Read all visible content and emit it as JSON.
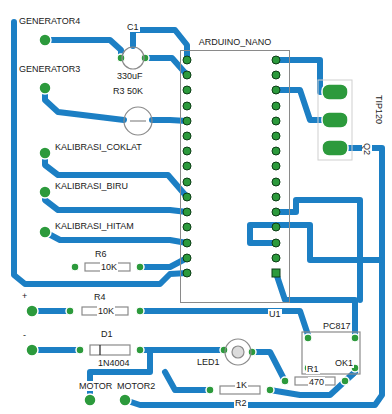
{
  "diagram": {
    "nodes": [
      {
        "text": [
          "ARDUINO_NANO"
        ]
      }
    ],
    "labels": [
      "GENERATOR4",
      "GENERATOR3",
      "C1",
      "330uF",
      "R3 50K",
      "KALIBRASI_COKLAT",
      "KALIBRASI_BIRU",
      "KALIBRASI_HITAM",
      "R6",
      "10K",
      "R4",
      "10K",
      "+",
      "-",
      "D1",
      "1N4004",
      "LED1",
      "U1",
      "PC817",
      "OK1",
      "R1",
      "470",
      "R2",
      "1K",
      "MOTOR",
      "MOTOR2",
      "Q2",
      "TIP120"
    ]
  }
}
